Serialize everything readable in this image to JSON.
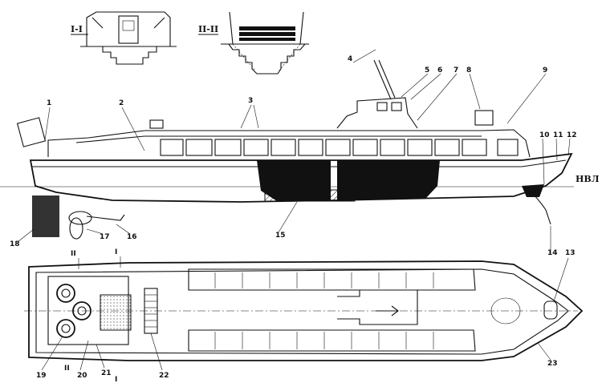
{
  "sections": {
    "sec1": "I-I",
    "sec2": "II-II"
  },
  "waterline": "НВЛ",
  "callouts": [
    "1",
    "2",
    "3",
    "4",
    "5",
    "6",
    "7",
    "8",
    "9",
    "10",
    "11",
    "12",
    "13",
    "14",
    "15",
    "16",
    "17",
    "18",
    "19",
    "20",
    "21",
    "22",
    "23"
  ],
  "plan_marks": {
    "a": "II",
    "b": "I",
    "c": "II",
    "d": "I"
  }
}
